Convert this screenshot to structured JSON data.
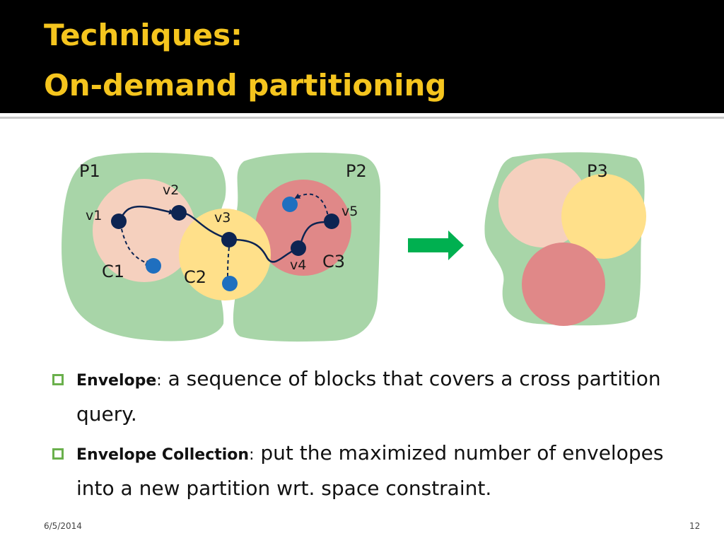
{
  "slide": {
    "title_line_1": "Techniques:",
    "title_line_2": "On-demand partitioning",
    "date": "6/5/2014",
    "page_number": "12"
  },
  "diagram": {
    "partitions": [
      "P1",
      "P2",
      "P3"
    ],
    "clusters": [
      "C1",
      "C2",
      "C3"
    ],
    "vertices": [
      "v1",
      "v2",
      "v3",
      "v4",
      "v5"
    ]
  },
  "bullets": [
    {
      "term": "Envelope",
      "sep": ":",
      "text": " a sequence of blocks that covers a cross partition query."
    },
    {
      "term": "Envelope Collection",
      "sep": ":",
      "text": " put the maximized number of envelopes into a new partition wrt. space constraint."
    }
  ],
  "colors": {
    "title": "#f5c51e",
    "partition_green": "#a8d5a8",
    "cluster_peach": "#f5d0be",
    "cluster_yellow": "#ffe08a",
    "cluster_red": "#e08888",
    "vertex_dark": "#0d2452",
    "vertex_blue": "#1f6fbf",
    "arrow_green": "#00b050",
    "bullet_green": "#6ab04c"
  }
}
